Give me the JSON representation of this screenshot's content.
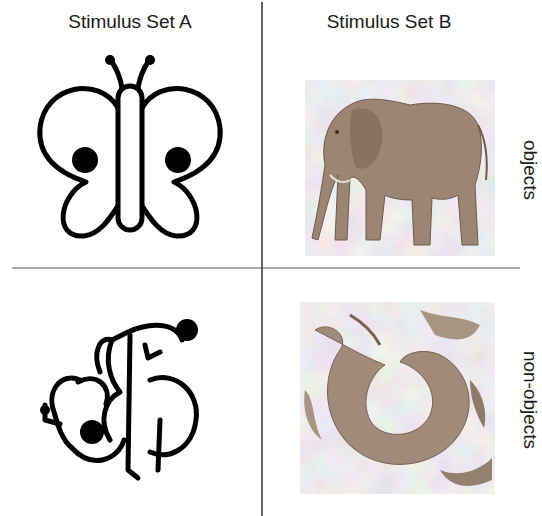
{
  "diagram": {
    "labels": [
      "Stimulus Set A",
      "Stimulus Set B",
      "objects",
      "non-objects"
    ]
  }
}
